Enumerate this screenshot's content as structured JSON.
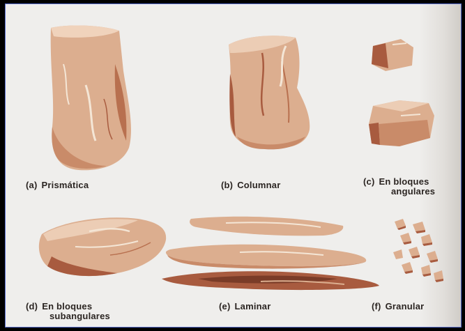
{
  "figure": {
    "items": [
      {
        "tag": "(a)",
        "name": "Prismática",
        "name_line2": "",
        "icon": "prismatic-structure-icon"
      },
      {
        "tag": "(b)",
        "name": "Columnar",
        "name_line2": "",
        "icon": "columnar-structure-icon"
      },
      {
        "tag": "(c)",
        "name": "En bloques",
        "name_line2": "angulares",
        "icon": "angular-blocky-structure-icon"
      },
      {
        "tag": "(d)",
        "name": "En bloques",
        "name_line2": "subangulares",
        "icon": "subangular-blocky-structure-icon"
      },
      {
        "tag": "(e)",
        "name": "Laminar",
        "name_line2": "",
        "icon": "platy-structure-icon"
      },
      {
        "tag": "(f)",
        "name": "Granular",
        "name_line2": "",
        "icon": "granular-structure-icon"
      }
    ],
    "colors": {
      "light": "#dcae8f",
      "mid": "#c98b69",
      "dark": "#a85b3f",
      "highlight": "#f4e6d6"
    }
  }
}
